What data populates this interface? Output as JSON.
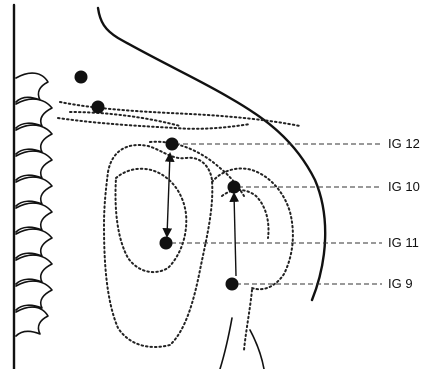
{
  "labels": {
    "ig12": "IG 12",
    "ig10": "IG 10",
    "ig11": "IG 11",
    "ig9": "IG 9"
  },
  "colors": {
    "ink": "#111111",
    "background": "#ffffff"
  }
}
